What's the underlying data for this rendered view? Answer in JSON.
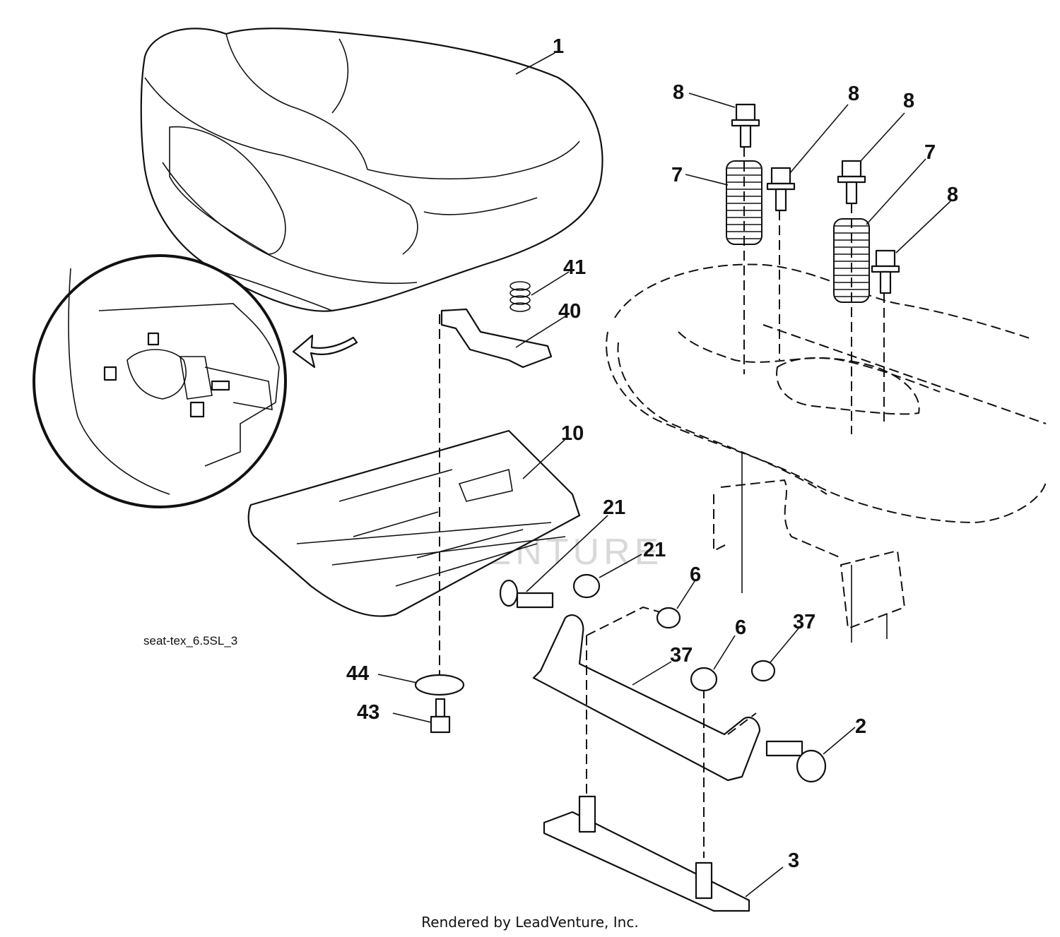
{
  "diagram_code": "seat-tex_6.5SL_3",
  "footer": "Rendered by LeadVenture, Inc.",
  "watermark": "LEADVENTURE",
  "callouts": [
    {
      "id": "c1",
      "label": "1"
    },
    {
      "id": "c8a",
      "label": "8"
    },
    {
      "id": "c8b",
      "label": "8"
    },
    {
      "id": "c8c",
      "label": "8"
    },
    {
      "id": "c8d",
      "label": "8"
    },
    {
      "id": "c7a",
      "label": "7"
    },
    {
      "id": "c7b",
      "label": "7"
    },
    {
      "id": "c41",
      "label": "41"
    },
    {
      "id": "c40",
      "label": "40"
    },
    {
      "id": "c10",
      "label": "10"
    },
    {
      "id": "c21a",
      "label": "21"
    },
    {
      "id": "c21b",
      "label": "21"
    },
    {
      "id": "c6a",
      "label": "6"
    },
    {
      "id": "c6b",
      "label": "6"
    },
    {
      "id": "c37a",
      "label": "37"
    },
    {
      "id": "c37b",
      "label": "37"
    },
    {
      "id": "c2",
      "label": "2"
    },
    {
      "id": "c44",
      "label": "44"
    },
    {
      "id": "c43",
      "label": "43"
    },
    {
      "id": "c3",
      "label": "3"
    }
  ]
}
